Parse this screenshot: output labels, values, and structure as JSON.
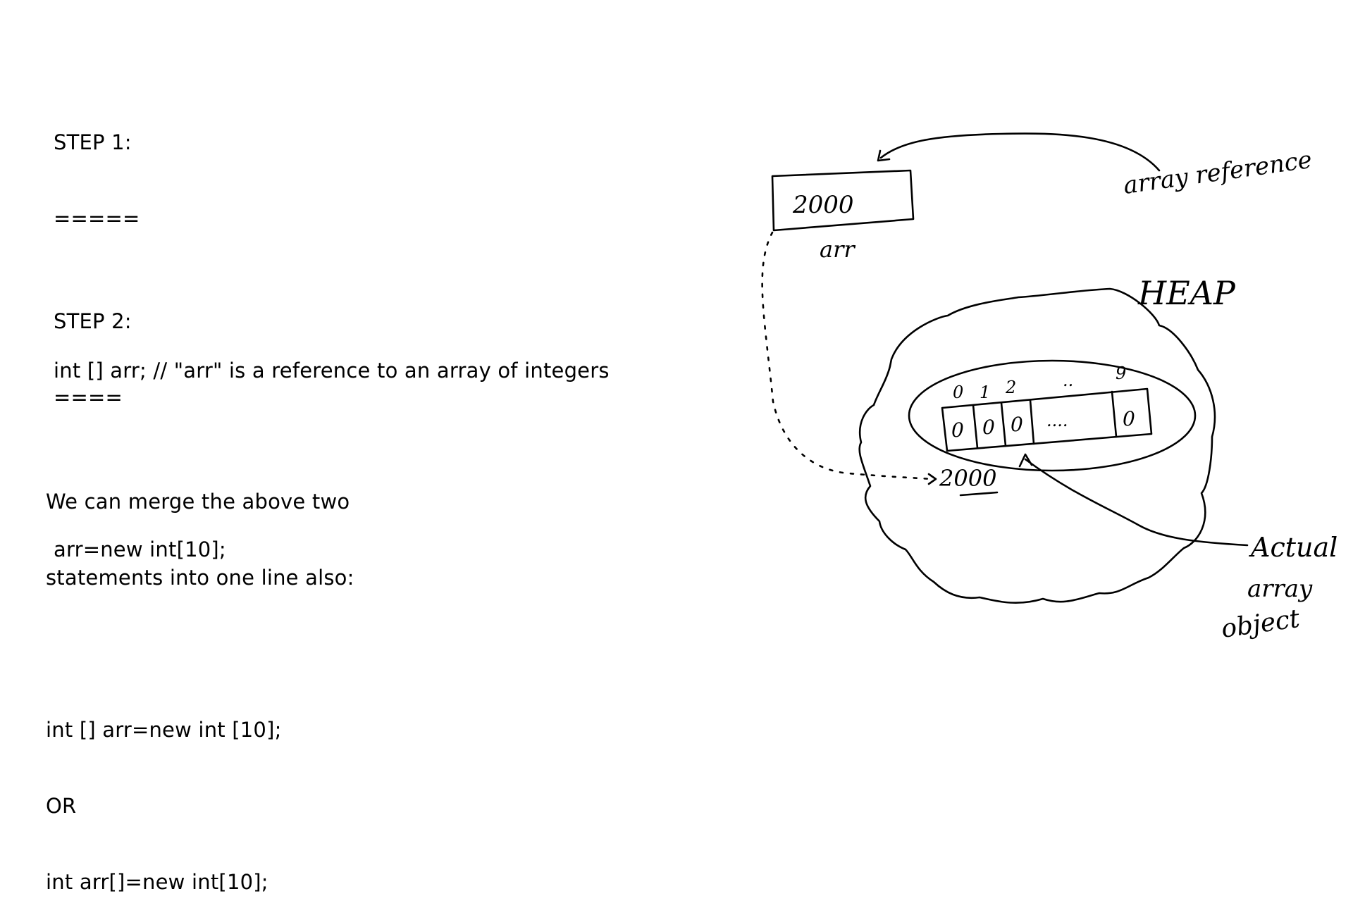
{
  "notes": {
    "step1": {
      "heading": "STEP 1:",
      "underline": "=====",
      "code": "int [] arr; // \"arr\" is a reference to an array of integers"
    },
    "step2": {
      "heading": "STEP 2:",
      "underline": "====",
      "code": "arr=new int[10];"
    },
    "merge": {
      "line1": "We can merge the above two",
      "line2": "statements into one line also:",
      "code1": "int [] arr=new int [10];",
      "or": "OR",
      "code2": "int arr[]=new int[10];"
    }
  },
  "sketch": {
    "reference_box_value": "2000",
    "reference_box_label": "arr",
    "reference_caption": "array reference",
    "heap_label": "HEAP",
    "array_indices": [
      "0",
      "1",
      "2",
      "..",
      "9"
    ],
    "array_cells": [
      "0",
      "0",
      "0",
      "....",
      "0"
    ],
    "object_address": "2000",
    "object_caption": [
      "Actual",
      "array",
      "object"
    ]
  }
}
